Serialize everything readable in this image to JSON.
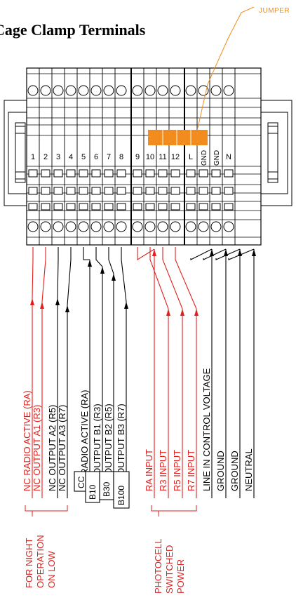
{
  "title": "Cage Clamp Terminals",
  "jumper_label": "JUMPER",
  "colors": {
    "red": "#e0201e",
    "black": "#000000",
    "jumper": "#f28c1e"
  },
  "terminals": [
    "1",
    "2",
    "3",
    "4",
    "5",
    "6",
    "7",
    "8",
    "9",
    "10",
    "11",
    "12",
    "L",
    "GND",
    "GND",
    "N"
  ],
  "wire_labels": [
    {
      "text": "NC RADIO ACTIVE (RA)",
      "color": "red"
    },
    {
      "text": "NC OUTPUT A1 (R3)",
      "color": "red"
    },
    {
      "text": "NC OUTPUT A2 (R5)",
      "color": "black"
    },
    {
      "text": "NC OUTPUT A3 (R7)",
      "color": "black"
    },
    {
      "text": "NO RADIO ACTIVE (RA)",
      "color": "black"
    },
    {
      "text": "NO OUTPUT B1 (R3)",
      "color": "black"
    },
    {
      "text": "NO OUTPUT B2 (R5)",
      "color": "black"
    },
    {
      "text": "NO OUTPUT B3 (R7)",
      "color": "black"
    },
    {
      "text": "RA INPUT",
      "color": "red"
    },
    {
      "text": "R3 INPUT",
      "color": "red"
    },
    {
      "text": "R5 INPUT",
      "color": "red"
    },
    {
      "text": "R7 INPUT",
      "color": "red"
    },
    {
      "text": "LINE IN CONTROL VOLTAGE",
      "color": "black"
    },
    {
      "text": "GROUND",
      "color": "black"
    },
    {
      "text": "GROUND",
      "color": "black"
    },
    {
      "text": "NEUTRAL",
      "color": "black"
    }
  ],
  "box_labels": [
    "CC",
    "B10",
    "B30",
    "B100"
  ],
  "group_notes": [
    {
      "lines": [
        "FOR NIGHT",
        "OPERATION",
        "ON LOW"
      ],
      "color": "red"
    },
    {
      "lines": [
        "PHOTOCELL",
        "SWITCHED",
        "POWER"
      ],
      "color": "red"
    }
  ]
}
